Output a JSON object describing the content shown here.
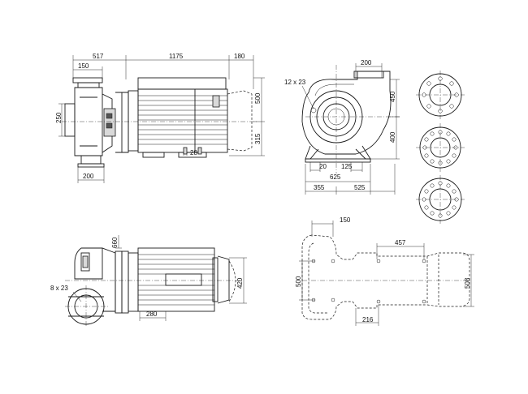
{
  "dimensions": {
    "top_517": "517",
    "top_1175": "1175",
    "top_180": "180",
    "top_150": "150",
    "left_250": "250",
    "right_500": "500",
    "right_315": "315",
    "foot_28": "28",
    "bottom_200": "200",
    "front_200": "200",
    "front_12x23": "12 x 23",
    "front_450": "450",
    "front_400": "400",
    "front_625": "625",
    "front_20": "20",
    "front_125": "125",
    "front_355": "355",
    "front_525": "525",
    "plan_660": "660",
    "plan_8x23": "8 x 23",
    "plan_420": "420",
    "plan_280": "280",
    "base_150": "150",
    "base_457": "457",
    "base_500": "500",
    "base_508": "508",
    "base_216": "216"
  }
}
